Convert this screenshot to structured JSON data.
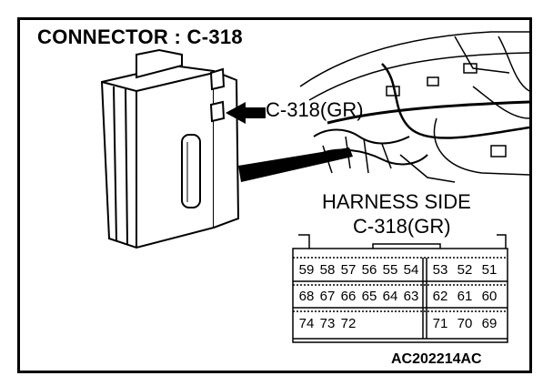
{
  "title": "CONNECTOR : C-318",
  "callout_label": "C-318(GR)",
  "harness_side": {
    "line1": "HARNESS SIDE",
    "line2": "C-318(GR)"
  },
  "pins": {
    "row1": [
      "59",
      "58",
      "57",
      "56",
      "55",
      "54",
      "53",
      "52",
      "51"
    ],
    "row2": [
      "68",
      "67",
      "66",
      "65",
      "64",
      "63",
      "62",
      "61",
      "60"
    ],
    "row3_left": [
      "74",
      "73",
      "72"
    ],
    "row3_right": [
      "71",
      "70",
      "69"
    ]
  },
  "figure_code": "AC202214AC"
}
